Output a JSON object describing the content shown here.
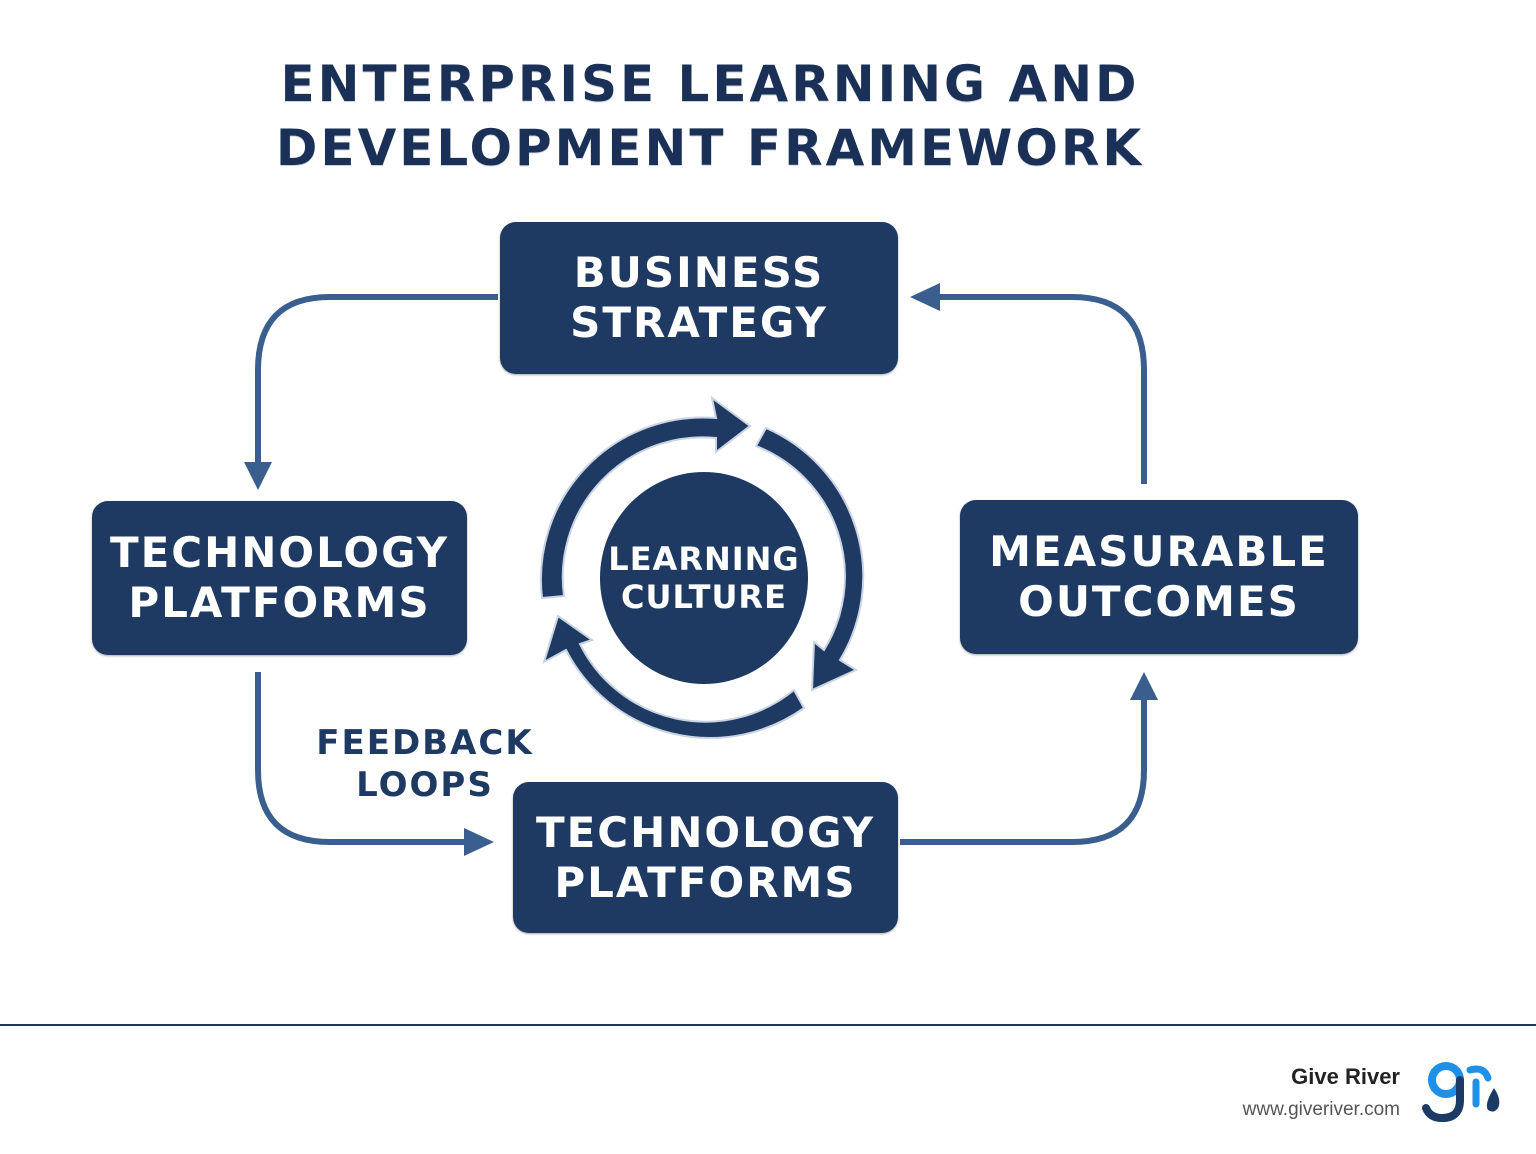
{
  "title": {
    "line1": "ENTERPRISE LEARNING AND",
    "line2": "DEVELOPMENT FRAMEWORK"
  },
  "nodes": {
    "business_strategy": {
      "line1": "BUSINESS",
      "line2": "STRATEGY"
    },
    "technology_platforms_left": {
      "line1": "TECHNOLOGY",
      "line2": "PLATFORMS"
    },
    "measurable_outcomes": {
      "line1": "MEASURABLE",
      "line2": "OUTCOMES"
    },
    "technology_platforms_bottom": {
      "line1": "TECHNOLOGY",
      "line2": "PLATFORMS"
    },
    "learning_culture": {
      "line1": "LEARNING",
      "line2": "CULTURE"
    }
  },
  "feedback_label": {
    "line1": "FEEDBACK",
    "line2": "LOOPS"
  },
  "footer": {
    "brand_name": "Give River",
    "brand_url": "www.giveriver.com"
  },
  "colors": {
    "box_fill": "#1e3a63",
    "arrow": "#3a5f8f",
    "title": "#1b3057",
    "logo_blue": "#1e90e8",
    "logo_navy": "#1c3a66"
  }
}
